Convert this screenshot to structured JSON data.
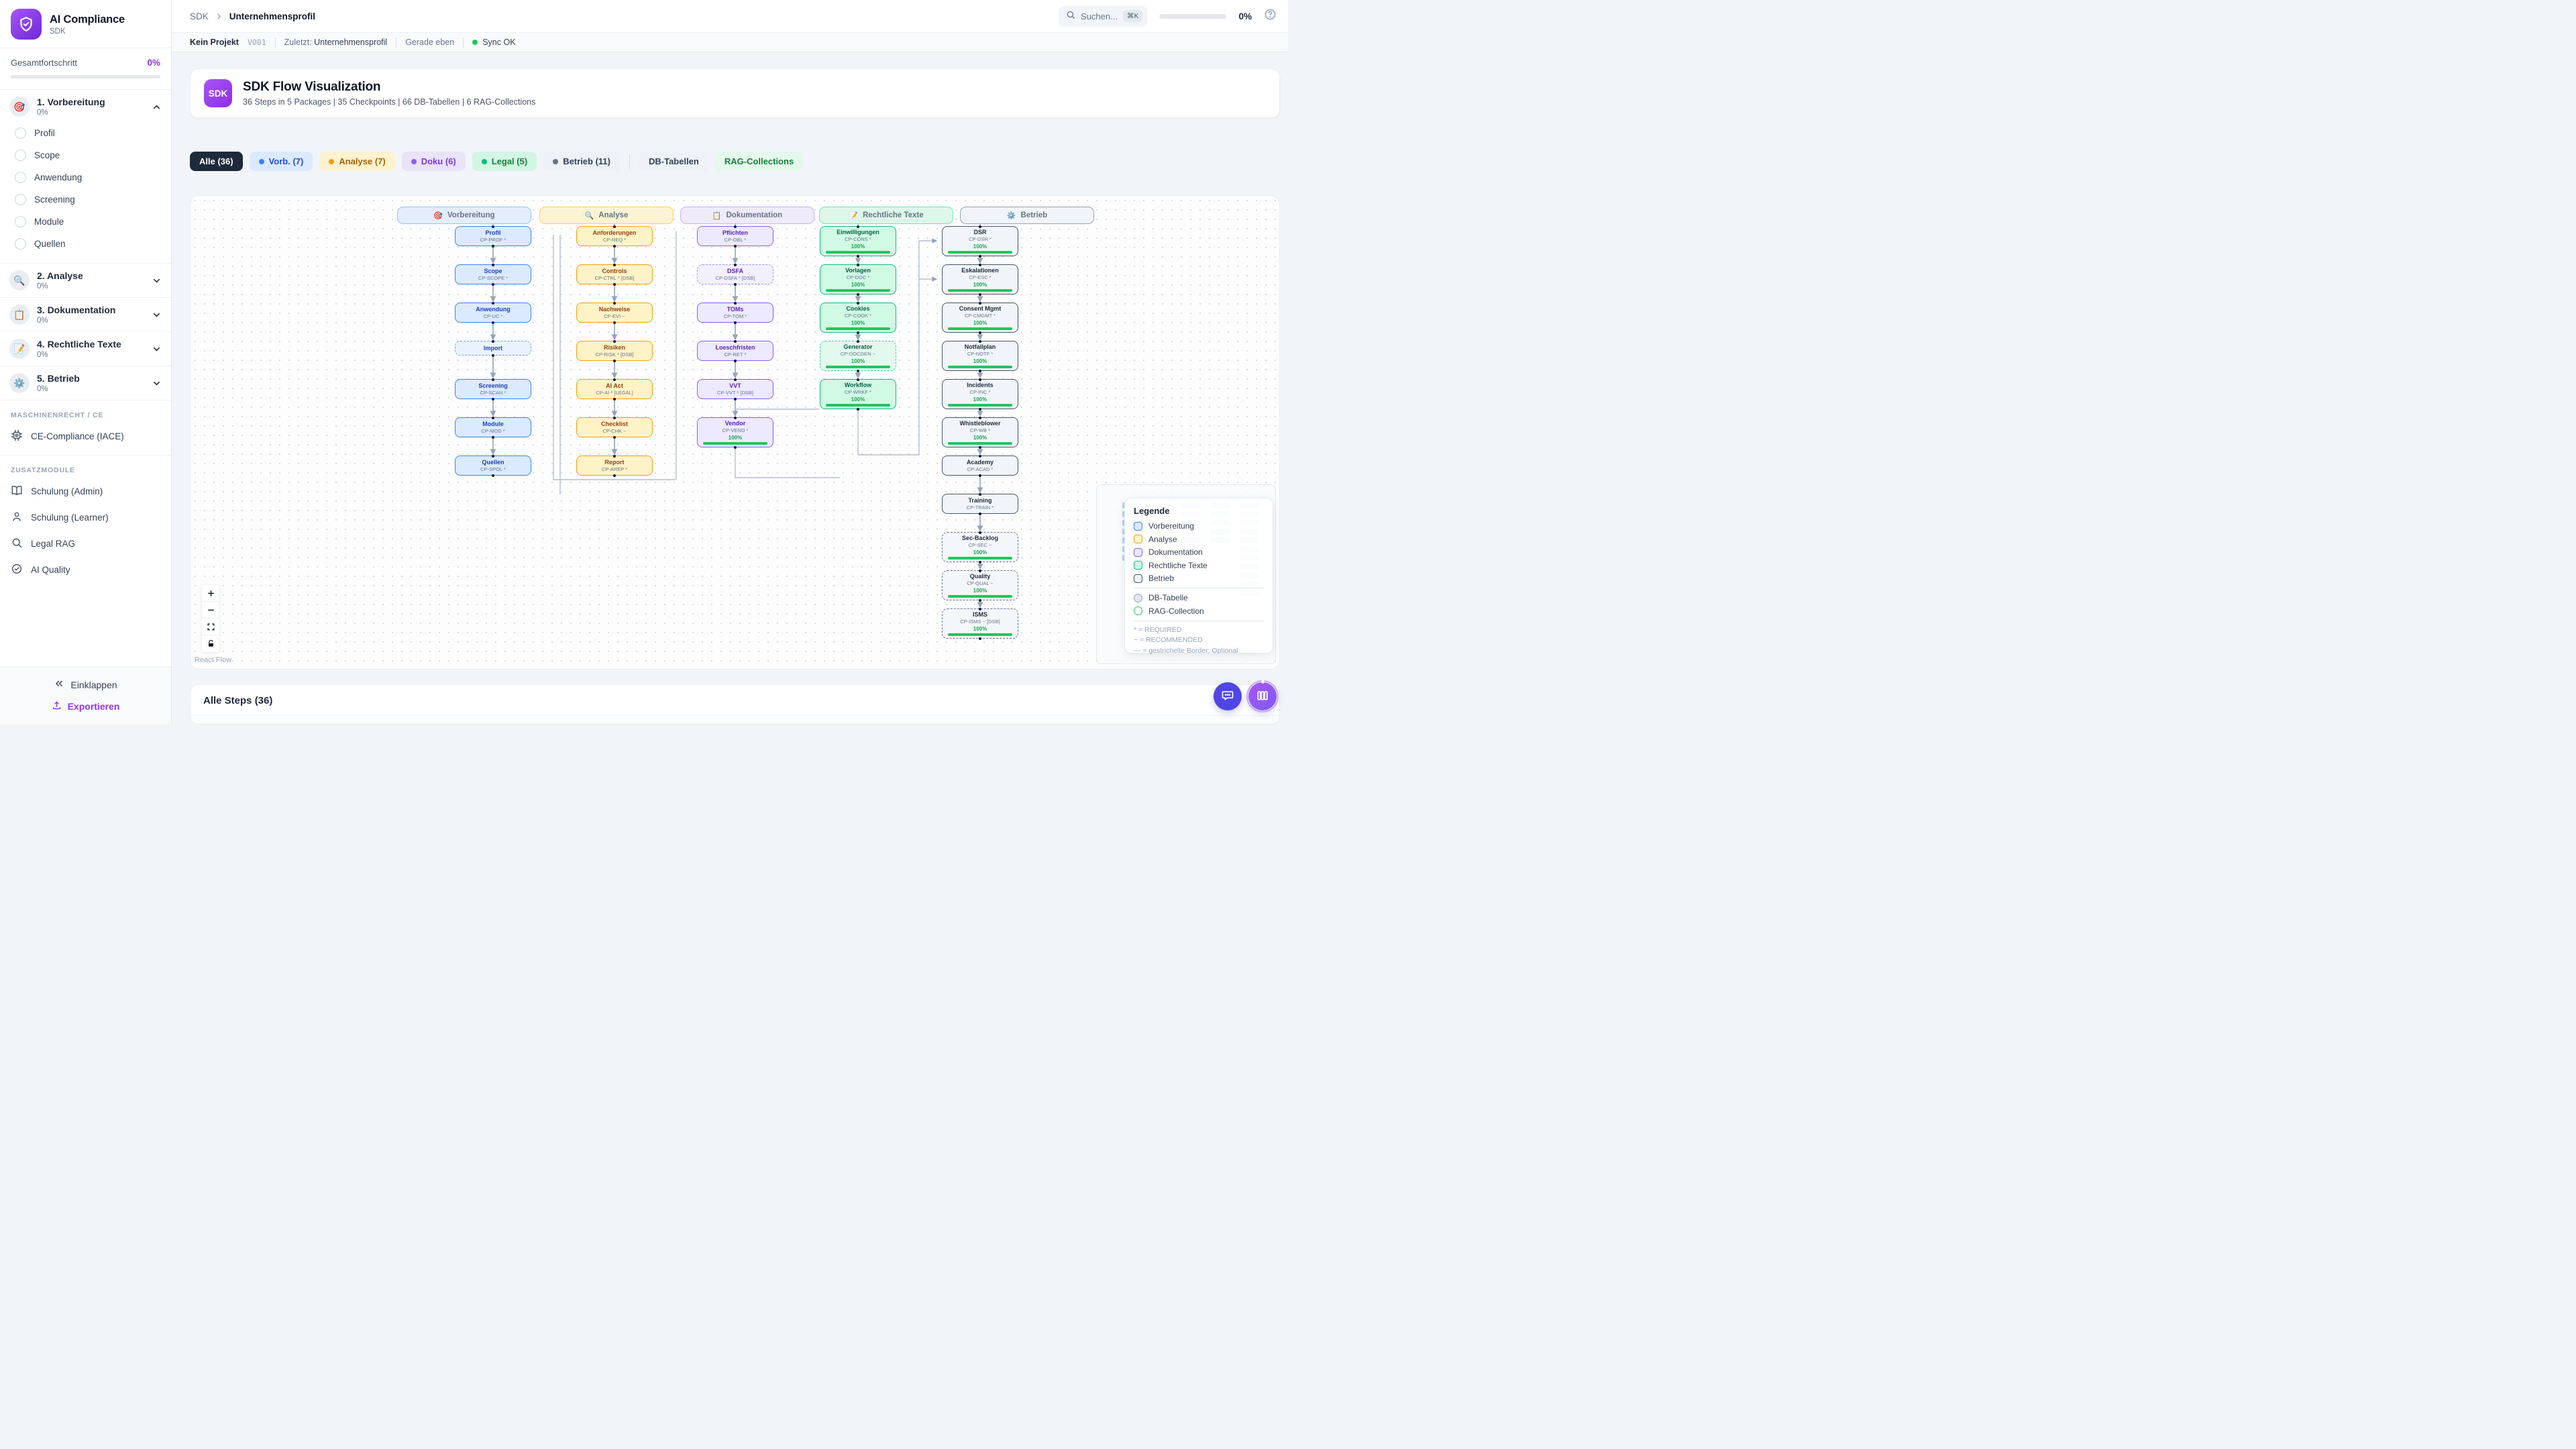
{
  "colors": {
    "accent": "#9333ea",
    "sync_green": "#22c55e",
    "progress_green": "#22c55e",
    "packages": {
      "blue": "#3b82f6",
      "yellow": "#f59e0b",
      "purple": "#8b5cf6",
      "green": "#10b981",
      "slate": "#64748b"
    }
  },
  "brand": {
    "title": "AI Compliance",
    "subtitle": "SDK"
  },
  "sidebar": {
    "overall": {
      "label": "Gesamtfortschritt",
      "value": "0%"
    },
    "sections": [
      {
        "label": "1. Vorbereitung",
        "pct": "0%",
        "emoji": "🎯",
        "expanded": true,
        "items": [
          "Profil",
          "Scope",
          "Anwendung",
          "Screening",
          "Module",
          "Quellen"
        ]
      },
      {
        "label": "2. Analyse",
        "pct": "0%",
        "emoji": "🔍",
        "expanded": false
      },
      {
        "label": "3. Dokumentation",
        "pct": "0%",
        "emoji": "📋",
        "expanded": false
      },
      {
        "label": "4. Rechtliche Texte",
        "pct": "0%",
        "emoji": "📝",
        "expanded": false
      },
      {
        "label": "5. Betrieb",
        "pct": "0%",
        "emoji": "⚙️",
        "expanded": false
      }
    ],
    "machine_group": {
      "header": "MASCHINENRECHT / CE",
      "items": [
        {
          "label": "CE-Compliance (IACE)",
          "icon": "cpu"
        }
      ]
    },
    "extra_group": {
      "header": "ZUSATZMODULE",
      "items": [
        {
          "label": "Schulung (Admin)",
          "icon": "book"
        },
        {
          "label": "Schulung (Learner)",
          "icon": "user"
        },
        {
          "label": "Legal RAG",
          "icon": "search"
        },
        {
          "label": "AI Quality",
          "icon": "check-circle"
        }
      ]
    },
    "footer": {
      "collapse": "Einklappen",
      "export": "Exportieren"
    }
  },
  "topbar": {
    "breadcrumb": {
      "root": "SDK",
      "current": "Unternehmensprofil"
    },
    "search": {
      "placeholder": "Suchen...",
      "shortcut": "⌘K"
    },
    "progress": "0%"
  },
  "statusbar": {
    "project": "Kein Projekt",
    "version": "V001",
    "last_label": "Zuletzt:",
    "last_value": "Unternehmensprofil",
    "time": "Gerade eben",
    "sync": "Sync OK"
  },
  "hero": {
    "badge": "SDK",
    "title": "SDK Flow Visualization",
    "subtitle": "36 Steps in 5 Packages | 35 Checkpoints | 66 DB-Tabellen | 6 RAG-Collections"
  },
  "filters": {
    "chips": [
      {
        "label": "Alle (36)",
        "style": "active"
      },
      {
        "label": "Vorb. (7)",
        "style": "blue",
        "dot": true
      },
      {
        "label": "Analyse (7)",
        "style": "yellow",
        "dot": true
      },
      {
        "label": "Doku (6)",
        "style": "purple",
        "dot": true
      },
      {
        "label": "Legal (5)",
        "style": "green",
        "dot": true
      },
      {
        "label": "Betrieb (11)",
        "style": "slate",
        "dot": true
      },
      {
        "label": "DB-Tabellen",
        "style": "plain",
        "divider_before": true
      },
      {
        "label": "RAG-Collections",
        "style": "rag"
      }
    ]
  },
  "flow": {
    "columns": [
      {
        "name": "Vorbereitung",
        "emoji": "🎯",
        "color": "blue",
        "nodes": [
          {
            "title": "Profil",
            "code": "CP-PROF *"
          },
          {
            "title": "Scope",
            "code": "CP-SCOPE *"
          },
          {
            "title": "Anwendung",
            "code": "CP-UC *"
          },
          {
            "title": "Import",
            "code": null,
            "dashed": true
          },
          {
            "title": "Screening",
            "code": "CP-SCAN *"
          },
          {
            "title": "Module",
            "code": "CP-MOD *"
          },
          {
            "title": "Quellen",
            "code": "CP-SPOL *"
          }
        ]
      },
      {
        "name": "Analyse",
        "emoji": "🔍",
        "color": "yellow",
        "nodes": [
          {
            "title": "Anforderungen",
            "code": "CP-REQ *"
          },
          {
            "title": "Controls",
            "code": "CP-CTRL * [DSB]"
          },
          {
            "title": "Nachweise",
            "code": "CP-EVI ~"
          },
          {
            "title": "Risiken",
            "code": "CP-RISK * [DSB]"
          },
          {
            "title": "AI Act",
            "code": "CP-AI * [LEGAL]"
          },
          {
            "title": "Checklist",
            "code": "CP-CHK ~"
          },
          {
            "title": "Report",
            "code": "CP-AREP *"
          }
        ]
      },
      {
        "name": "Dokumentation",
        "emoji": "📋",
        "color": "purple",
        "nodes": [
          {
            "title": "Pflichten",
            "code": "CP-OBL *"
          },
          {
            "title": "DSFA",
            "code": "CP-DSFA * [DSB]",
            "dashed": true
          },
          {
            "title": "TOMs",
            "code": "CP-TOM *"
          },
          {
            "title": "Loeschfristen",
            "code": "CP-RET *"
          },
          {
            "title": "VVT",
            "code": "CP-VVT * [DSB]"
          },
          {
            "title": "Vendor",
            "code": "CP-VEND *",
            "progress": "100%"
          }
        ]
      },
      {
        "name": "Rechtliche Texte",
        "emoji": "📝",
        "color": "green",
        "nodes": [
          {
            "title": "Einwilligungen",
            "code": "CP-CONS *",
            "progress": "100%"
          },
          {
            "title": "Vorlagen",
            "code": "CP-DOC *",
            "progress": "100%"
          },
          {
            "title": "Cookies",
            "code": "CP-COOK *",
            "progress": "100%"
          },
          {
            "title": "Generator",
            "code": "CP-DOCGEN ~",
            "progress": "100%",
            "dashed": true
          },
          {
            "title": "Workflow",
            "code": "CP-WRKF *",
            "progress": "100%"
          }
        ]
      },
      {
        "name": "Betrieb",
        "emoji": "⚙️",
        "color": "slate",
        "nodes": [
          {
            "title": "DSR",
            "code": "CP-DSR *",
            "progress": "100%"
          },
          {
            "title": "Eskalationen",
            "code": "CP-ESC *",
            "progress": "100%"
          },
          {
            "title": "Consent Mgmt",
            "code": "CP-CMGMT *",
            "progress": "100%"
          },
          {
            "title": "Notfallplan",
            "code": "CP-NOTF *",
            "progress": "100%"
          },
          {
            "title": "Incidents",
            "code": "CP-INC *",
            "progress": "100%"
          },
          {
            "title": "Whistleblower",
            "code": "CP-WB *",
            "progress": "100%"
          },
          {
            "title": "Academy",
            "code": "CP-ACAD *"
          },
          {
            "title": "Training",
            "code": "CP-TRAIN *"
          },
          {
            "title": "Sec-Backlog",
            "code": "CP-SEC ~",
            "progress": "100%",
            "dashed": true
          },
          {
            "title": "Quality",
            "code": "CP-QUAL ~",
            "progress": "100%",
            "dashed": true
          },
          {
            "title": "ISMS",
            "code": "CP-ISMS ~ [DSB]",
            "progress": "100%",
            "dashed": true
          }
        ]
      }
    ]
  },
  "legend": {
    "title": "Legende",
    "packages": [
      {
        "label": "Vorbereitung",
        "color": "blue"
      },
      {
        "label": "Analyse",
        "color": "yellow"
      },
      {
        "label": "Dokumentation",
        "color": "purple"
      },
      {
        "label": "Rechtliche Texte",
        "color": "green"
      },
      {
        "label": "Betrieb",
        "color": "slate"
      }
    ],
    "shapes": [
      {
        "label": "DB-Tabelle",
        "shape": "db"
      },
      {
        "label": "RAG-Collection",
        "shape": "rag"
      }
    ],
    "notes": [
      "* = REQUIRED",
      "~ = RECOMMENDED",
      "--- = gestrichelte Border: Optional"
    ]
  },
  "controls": {
    "attribution": "React Flow"
  },
  "steps": {
    "title": "Alle Steps (36)"
  }
}
